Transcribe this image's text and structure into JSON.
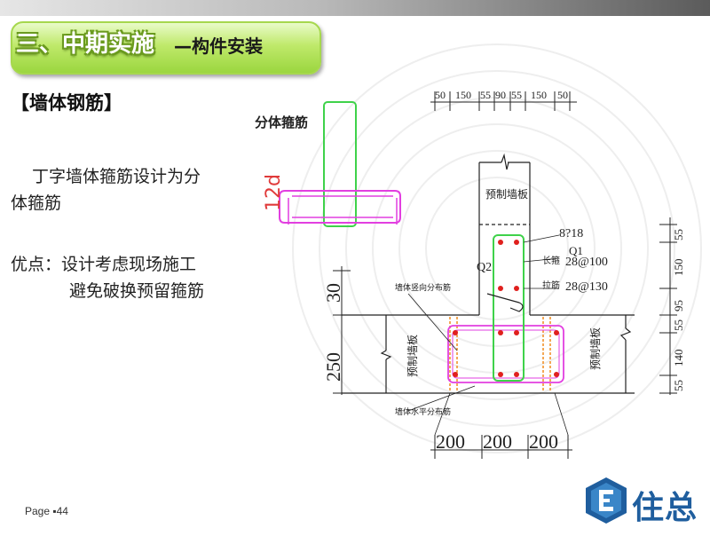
{
  "slide": {
    "title_main": "三、中期实施",
    "title_sub": "—构件安装",
    "heading": "【墙体钢筋】",
    "para1_line1": "丁字墙体箍筋设计为分",
    "para1_line2": "体箍筋",
    "para2_line1": "优点：设计考虑现场施工",
    "para2_line2": "避免破换预留箍筋",
    "page_label": "Page ▪44",
    "logo_text": "住总"
  },
  "drawing": {
    "split_stirrup_label": "分体箍筋",
    "hook_label": "12d",
    "top_dims": [
      "50",
      "150",
      "55",
      "90",
      "55",
      "150",
      "50"
    ],
    "right_dims": [
      "55",
      "150",
      "95",
      "55",
      "140",
      "55"
    ],
    "left_dims": [
      "30",
      "250"
    ],
    "bottom_dims": [
      "200",
      "200",
      "200"
    ],
    "rebar_top": "8?18",
    "rebar_q2": "Q2",
    "rebar_q1": "Q1",
    "rebar_row1_prefix": "长箍",
    "rebar_row1": "28@100",
    "rebar_row2_prefix": "拉筋",
    "rebar_row2": "28@130",
    "wall_label_top": "预制墙板",
    "wall_label_left": "预制墙板",
    "wall_label_right": "预制墙板",
    "note_upper": "墙体竖向分布筋",
    "note_lower": "墙体水平分布筋"
  },
  "colors": {
    "title_green": "#9bd63f",
    "stirrup_magenta": "#e23fe0",
    "stirrup_green": "#3fd24a",
    "rebar_red": "#e0201d",
    "hook_red": "#e03a3a",
    "dashed_orange": "#f08c1e",
    "logo_blue": "#1f5e9e"
  },
  "icons": {
    "logo": "building-logo-icon"
  }
}
